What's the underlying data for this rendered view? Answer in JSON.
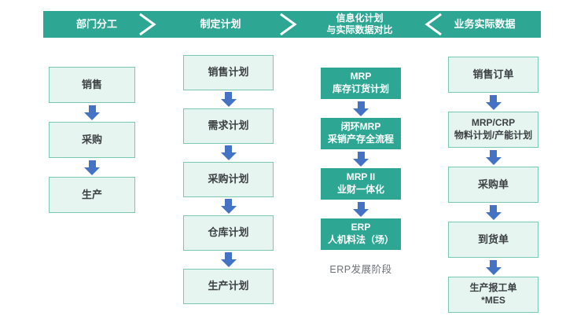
{
  "colors": {
    "teal": "#2da794",
    "light_box_bg": "#e7f5f0",
    "light_box_border": "#79c8b4",
    "arrow_blue": "#4472c4",
    "text_dark": "#3c4043",
    "label_gray": "#6b7178"
  },
  "header": {
    "stages": [
      {
        "lines": [
          "部门分工"
        ]
      },
      {
        "lines": [
          "制定计划"
        ]
      },
      {
        "lines": [
          "信息化计划",
          "与实际数据对比"
        ]
      },
      {
        "lines": [
          "业务实际数据"
        ]
      }
    ],
    "separators": [
      "right",
      "right",
      "left"
    ]
  },
  "columns": [
    {
      "boxes": [
        {
          "lines": [
            "销售"
          ]
        },
        {
          "lines": [
            "采购"
          ]
        },
        {
          "lines": [
            "生产"
          ]
        }
      ]
    },
    {
      "boxes": [
        {
          "lines": [
            "销售计划"
          ]
        },
        {
          "lines": [
            "需求计划"
          ]
        },
        {
          "lines": [
            "采购计划"
          ]
        },
        {
          "lines": [
            "仓库计划"
          ]
        },
        {
          "lines": [
            "生产计划"
          ]
        }
      ]
    },
    {
      "boxes": [
        {
          "lines": [
            "MRP",
            "库存订货计划"
          ]
        },
        {
          "lines": [
            "闭环MRP",
            "采销产存全流程"
          ]
        },
        {
          "lines": [
            "MRP II",
            "业财一体化"
          ]
        },
        {
          "lines": [
            "ERP",
            "人机料法（场）"
          ]
        }
      ],
      "caption": "ERP发展阶段"
    },
    {
      "boxes": [
        {
          "lines": [
            "销售订单"
          ]
        },
        {
          "lines": [
            "MRP/CRP",
            "物料计划/产能计划"
          ]
        },
        {
          "lines": [
            "采购单"
          ]
        },
        {
          "lines": [
            "到货单"
          ]
        },
        {
          "lines": [
            "生产报工单",
            "*MES"
          ]
        }
      ]
    }
  ]
}
